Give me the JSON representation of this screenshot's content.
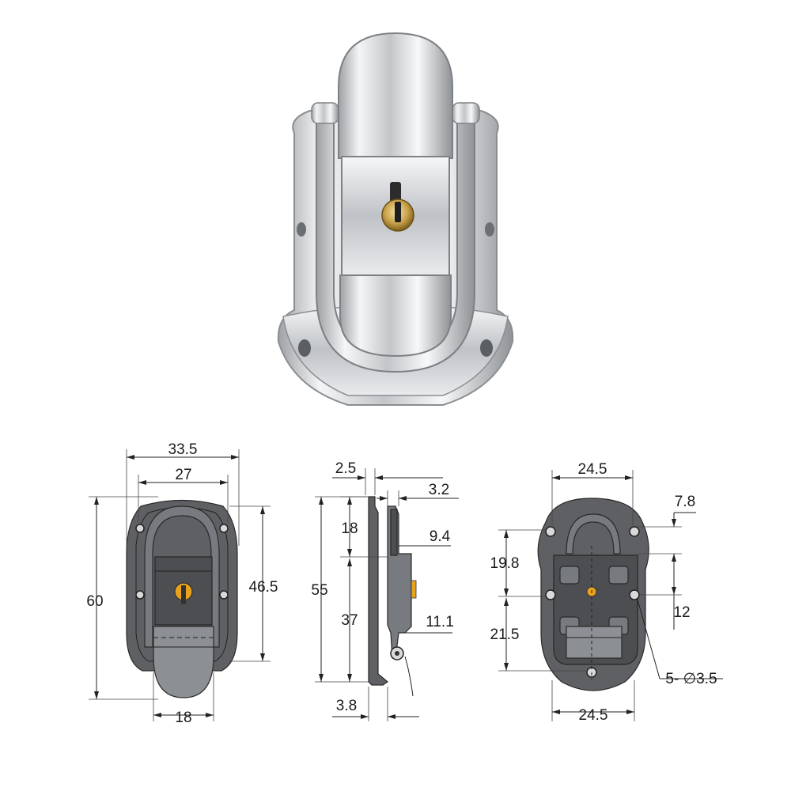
{
  "product": {
    "key_color": "#c9a24a",
    "metal_color": "#d7d9dc"
  },
  "front_view": {
    "dims": {
      "overall_width": "33.5",
      "hole_spacing": "27",
      "overall_height": "60",
      "mount_height": "46.5",
      "bottom_width": "18"
    }
  },
  "side_view": {
    "dims": {
      "top_thickness": "2.5",
      "hook_offset": "3.2",
      "upper_height": "18",
      "hook_depth": "9.4",
      "total_height": "55",
      "lower_height": "37",
      "hinge_offset": "11.1",
      "base_thickness": "3.8"
    }
  },
  "back_view": {
    "dims": {
      "top_span": "24.5",
      "edge_offset": "7.8",
      "upper_spacing": "19.8",
      "hole_gap": "12",
      "lower_spacing": "21.5",
      "bottom_span": "24.5",
      "hole_callout": "5- ∅3.5"
    }
  }
}
